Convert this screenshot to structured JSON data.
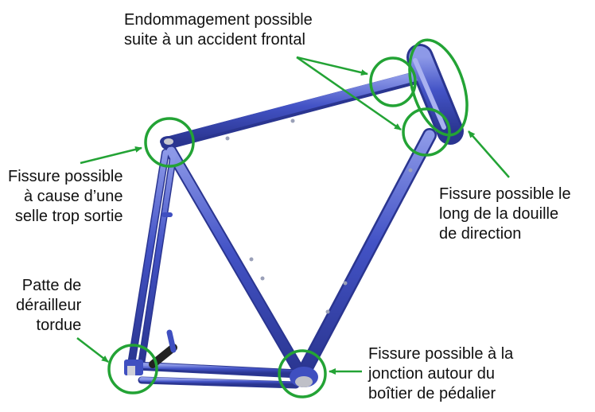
{
  "annotations": {
    "front_impact": [
      "Endommagement possible",
      "suite à un accident frontal"
    ],
    "seat_crack": [
      "Fissure possible",
      "à cause d’une",
      "selle trop sortie"
    ],
    "head_tube_crack": [
      "Fissure possible le",
      "long de la douille",
      "de direction"
    ],
    "derailleur_hanger": [
      "Patte de",
      "dérailleur",
      "tordue"
    ],
    "bottom_bracket_crack": [
      "Fissure possible à la",
      "jonction autour du",
      "boîtier de pédalier"
    ]
  },
  "colors": {
    "frame": "#3f4fc0",
    "frame_dark": "#2a3590",
    "frame_light": "#8d99e8",
    "highlight": "#23a335",
    "text": "#111111"
  }
}
